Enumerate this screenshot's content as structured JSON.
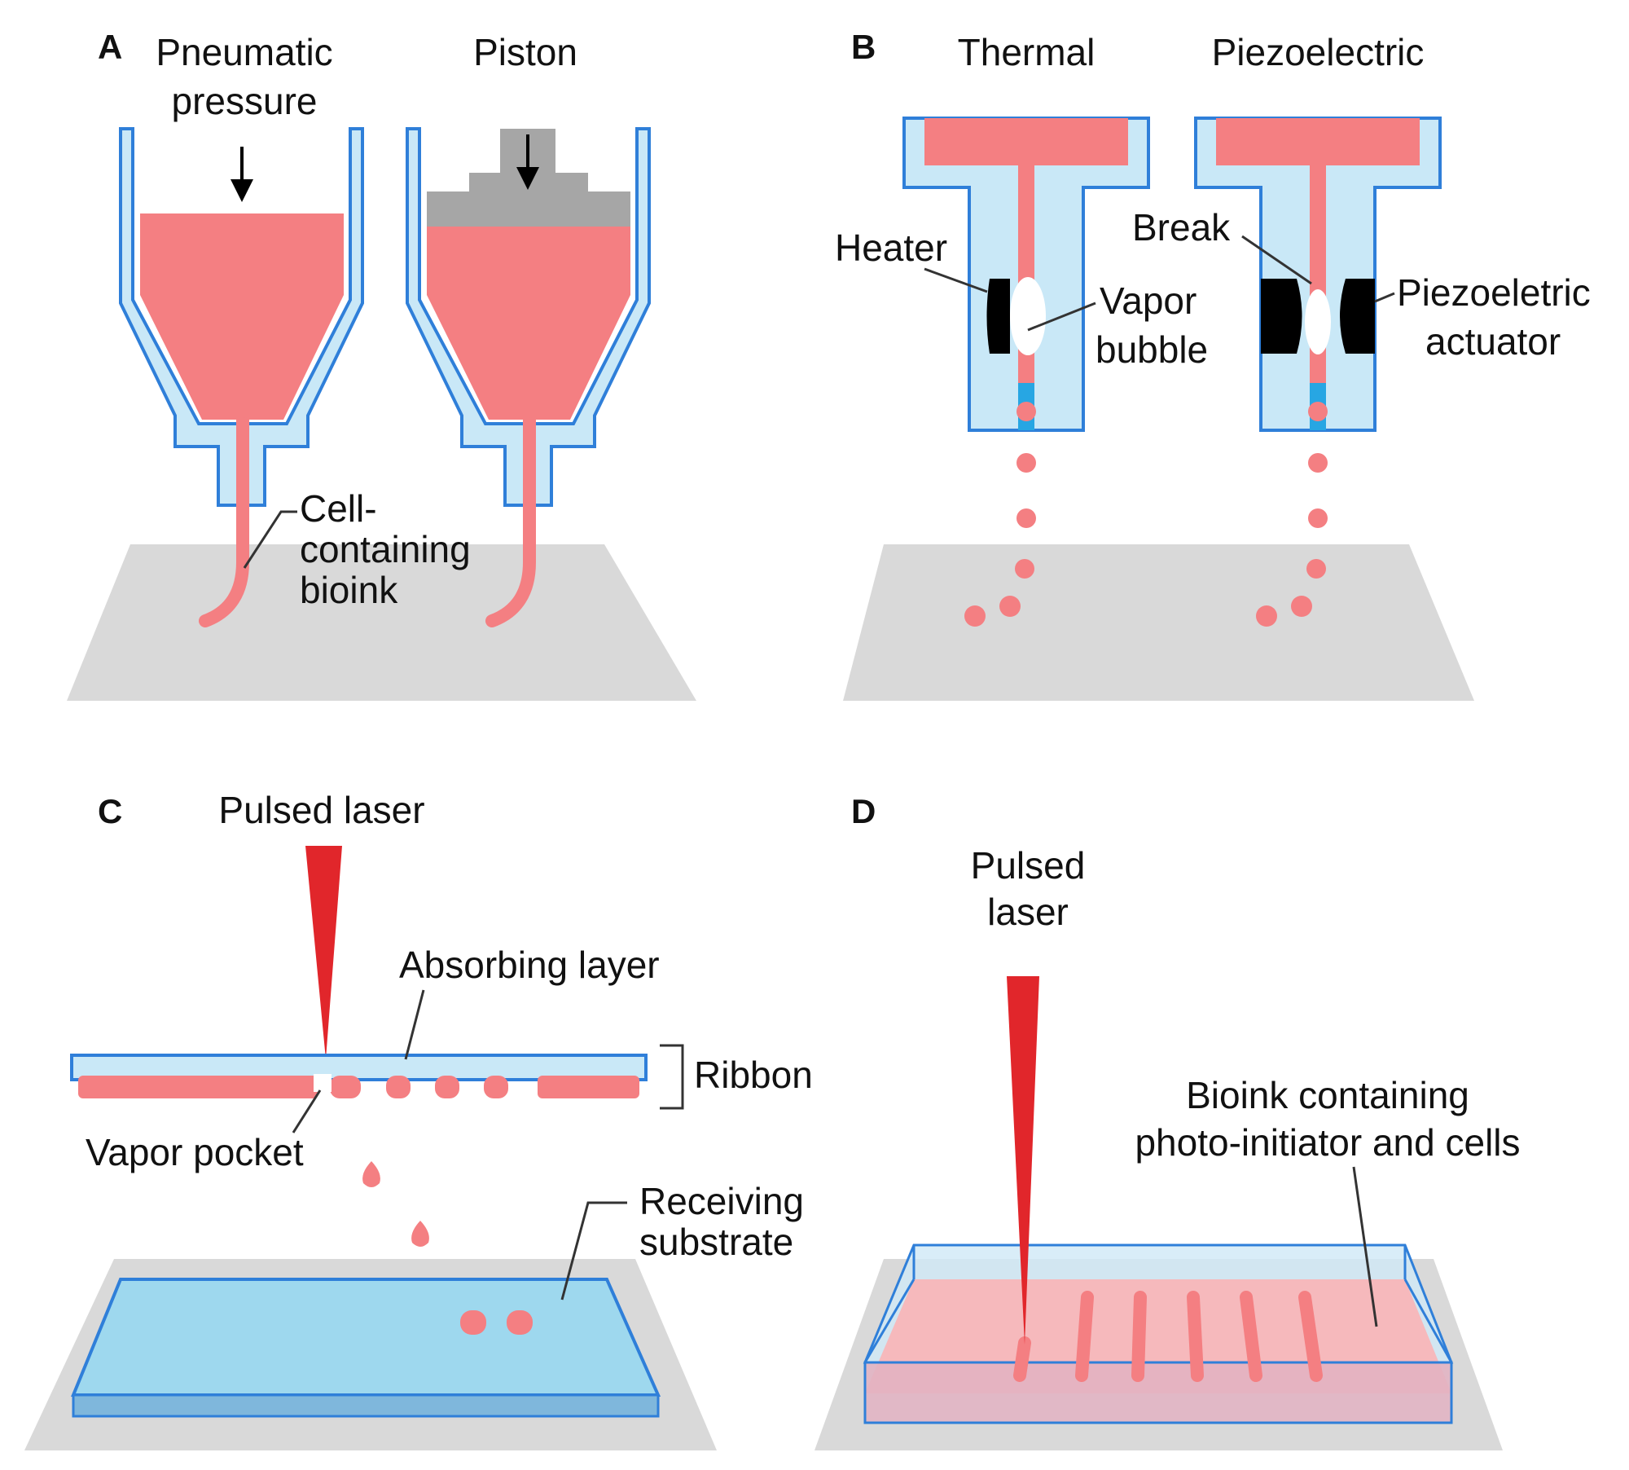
{
  "colors": {
    "bioink": "#f47f82",
    "nozzle_fill": "#c9e8f7",
    "nozzle_stroke": "#2f7fd9",
    "stage": "#d9d9d9",
    "piston": "#a6a6a6",
    "actuator": "#000000",
    "laser": "#e1262b",
    "substrate": "#9ed8ee",
    "tank_fill": "#f8b6b8"
  },
  "panels": {
    "a": {
      "letter": "A",
      "pneumatic_title_line1": "Pneumatic",
      "pneumatic_title_line2": "pressure",
      "piston_title": "Piston",
      "bioink_label_line1": "Cell-",
      "bioink_label_line2": "containing",
      "bioink_label_line3": "bioink"
    },
    "b": {
      "letter": "B",
      "thermal_title": "Thermal",
      "piezo_title": "Piezoelectric",
      "heater_label": "Heater",
      "vapor_label_line1": "Vapor",
      "vapor_label_line2": "bubble",
      "break_label": "Break",
      "actuator_label_line1": "Piezoeletric",
      "actuator_label_line2": "actuator"
    },
    "c": {
      "letter": "C",
      "laser_label": "Pulsed laser",
      "absorbing_label": "Absorbing layer",
      "ribbon_label": "Ribbon",
      "vapor_pocket_label": "Vapor pocket",
      "substrate_label_line1": "Receiving",
      "substrate_label_line2": "substrate"
    },
    "d": {
      "letter": "D",
      "laser_label_line1": "Pulsed",
      "laser_label_line2": "laser",
      "bioink_label_line1": "Bioink containing",
      "bioink_label_line2": "photo-initiator and cells"
    }
  }
}
